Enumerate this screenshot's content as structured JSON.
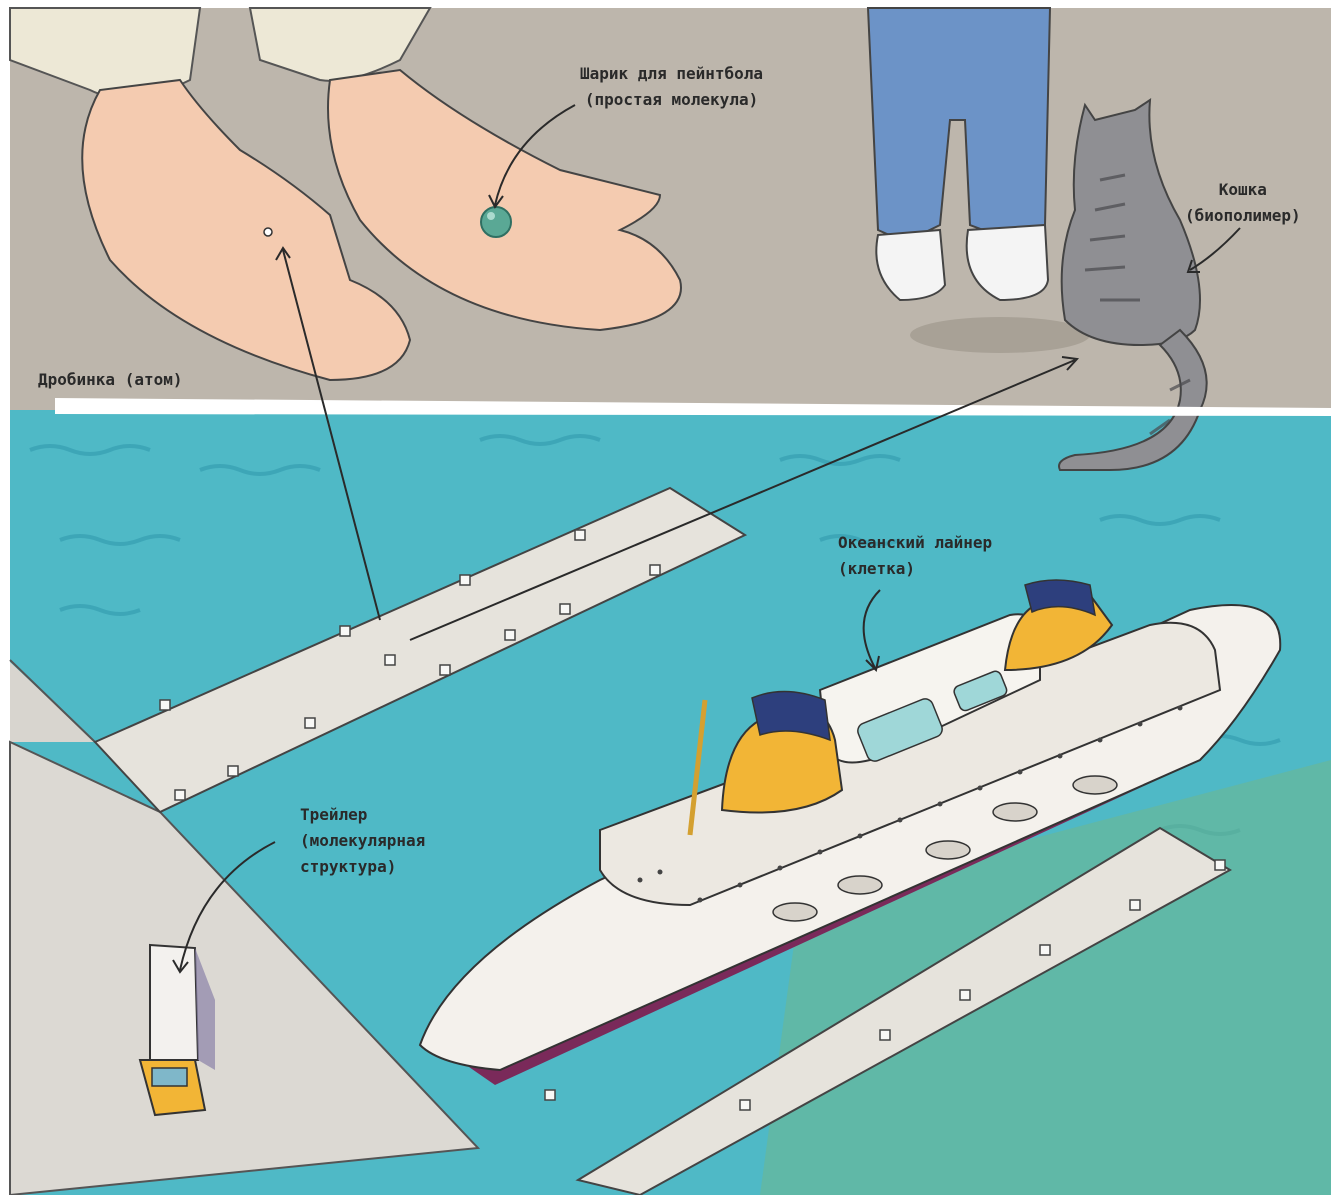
{
  "labels": {
    "pellet": {
      "line1": "Дробинка (атом)"
    },
    "paintball": {
      "line1": "Шарик для пейнтбола",
      "line2": "(простая молекула)"
    },
    "cat": {
      "line1": "Кошка",
      "line2": "(биополимер)"
    },
    "liner": {
      "line1": "Океанский лайнер",
      "line2": "(клетка)"
    },
    "trailer": {
      "line1": "Трейлер",
      "line2": "(молекулярная",
      "line3": "структура)"
    }
  },
  "colors": {
    "floor": "#bdb6ac",
    "water": "#4fb9c6",
    "water_deep": "#2f98ab",
    "water_green": "#6fb88e",
    "skin": "#f4cbb0",
    "jeans": "#6c93c7",
    "cat": "#8f8f93",
    "funnel_yellow": "#f2b536",
    "funnel_navy": "#2d3f7d",
    "hull_purple": "#7a2a5a",
    "pier": "#e6e3dc",
    "ink": "#2a2a2a"
  }
}
